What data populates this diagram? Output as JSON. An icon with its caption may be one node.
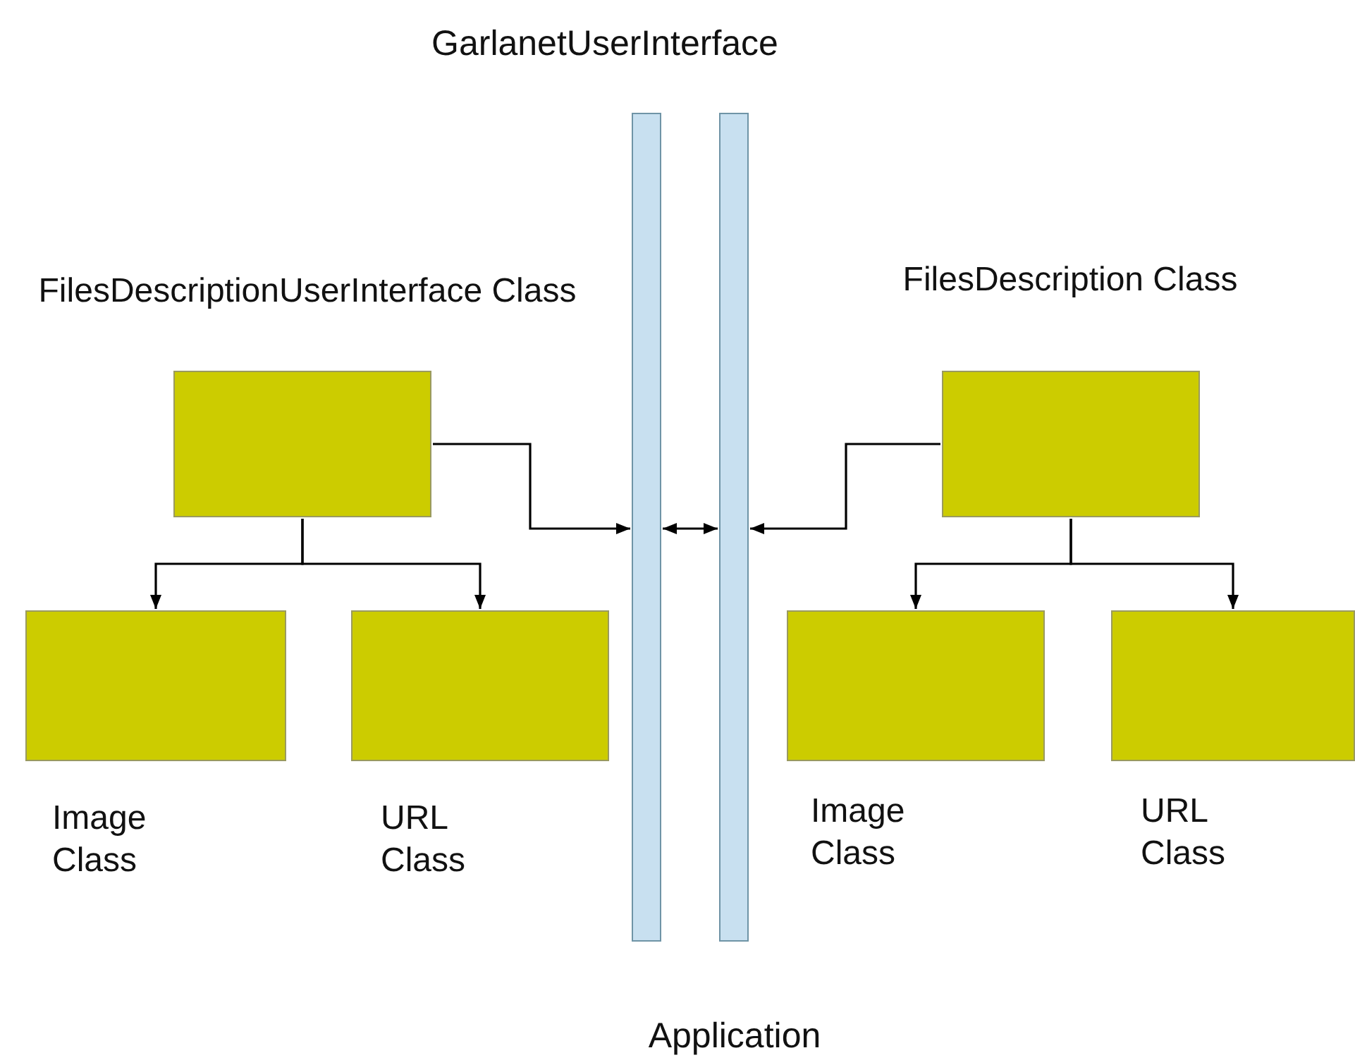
{
  "diagram": {
    "nodes": [
      {
        "text": [
          "GarlanetUserInterface"
        ]
      },
      {
        "text": [
          "Application"
        ]
      },
      {
        "text": [
          "FilesDescriptionUserInterface Class"
        ]
      },
      {
        "text": [
          "Image Class"
        ]
      },
      {
        "text": [
          "URL Class"
        ]
      },
      {
        "text": [
          "FilesDescription Class"
        ]
      },
      {
        "text": [
          "Image Class"
        ]
      },
      {
        "text": [
          "URL Class"
        ]
      }
    ],
    "edges": [
      {
        "from": 2,
        "to": 0,
        "arrow": "to"
      },
      {
        "from": 0,
        "to": 1,
        "arrow": "both"
      },
      {
        "from": 5,
        "to": 1,
        "arrow": "to"
      },
      {
        "from": 2,
        "to": 3,
        "arrow": "to"
      },
      {
        "from": 2,
        "to": 4,
        "arrow": "to"
      },
      {
        "from": 5,
        "to": 6,
        "arrow": "to"
      },
      {
        "from": 5,
        "to": 7,
        "arrow": "to"
      }
    ]
  }
}
